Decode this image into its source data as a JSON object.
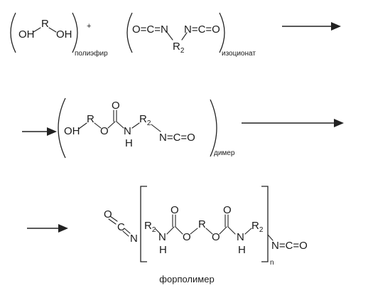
{
  "reaction": {
    "polyether": {
      "oh_left": "OH",
      "r": "R",
      "oh_right": "OH",
      "label": "полиэфир"
    },
    "plus": "+",
    "isocyanate": {
      "o_c_n_left": "O=C=N",
      "n_c_o_right": "N=C=O",
      "r2": "R",
      "r2_sub": "2",
      "label": "изоционат"
    },
    "dimer": {
      "oh": "OH",
      "r": "R",
      "o_link": "O",
      "o_carbonyl": "O",
      "n": "N",
      "h": "H",
      "r2": "R",
      "r2_sub": "2",
      "nco": "N=C=O",
      "label": "димер"
    },
    "prepolymer": {
      "o_left": "O",
      "c_left": "C",
      "n_left": "N",
      "r2_a": "R",
      "r2_a_sub": "2",
      "n_a": "N",
      "h_a": "H",
      "o_carbonyl_a": "O",
      "o_link_a": "O",
      "r": "R",
      "o_link_b": "O",
      "o_carbonyl_b": "O",
      "n_b": "N",
      "h_b": "H",
      "r2_b": "R",
      "r2_b_sub": "2",
      "nco": "N=C=O",
      "repeat": "n",
      "label": "форполимер"
    }
  }
}
